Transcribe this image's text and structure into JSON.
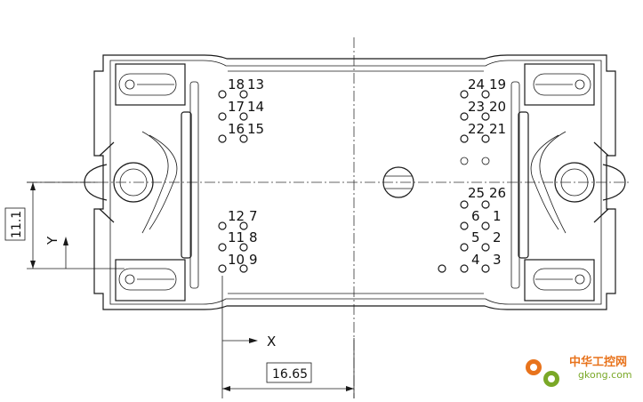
{
  "dimensions": {
    "vertical": "11.1",
    "horizontal": "16.65"
  },
  "axes": {
    "x": "X",
    "y": "Y"
  },
  "contacts": {
    "upper_left": [
      {
        "label": "18"
      },
      {
        "label": "13"
      },
      {
        "label": "17"
      },
      {
        "label": "14"
      },
      {
        "label": "16"
      },
      {
        "label": "15"
      }
    ],
    "lower_left": [
      {
        "label": "12"
      },
      {
        "label": "7"
      },
      {
        "label": "11"
      },
      {
        "label": "8"
      },
      {
        "label": "10"
      },
      {
        "label": "9"
      }
    ],
    "upper_right": [
      {
        "label": "24"
      },
      {
        "label": "19"
      },
      {
        "label": "23"
      },
      {
        "label": "20"
      },
      {
        "label": "22"
      },
      {
        "label": "21"
      }
    ],
    "lower_right": [
      {
        "label": "25"
      },
      {
        "label": "26"
      },
      {
        "label": "6"
      },
      {
        "label": "1"
      },
      {
        "label": "5"
      },
      {
        "label": "2"
      },
      {
        "label": "4"
      },
      {
        "label": "3"
      }
    ]
  },
  "watermark": {
    "name_cn": "中华工控网",
    "domain": "gkong.com"
  },
  "colors": {
    "line": "#1a1a1a",
    "watermark_orange": "#e8731c",
    "watermark_green": "#7aa827"
  }
}
